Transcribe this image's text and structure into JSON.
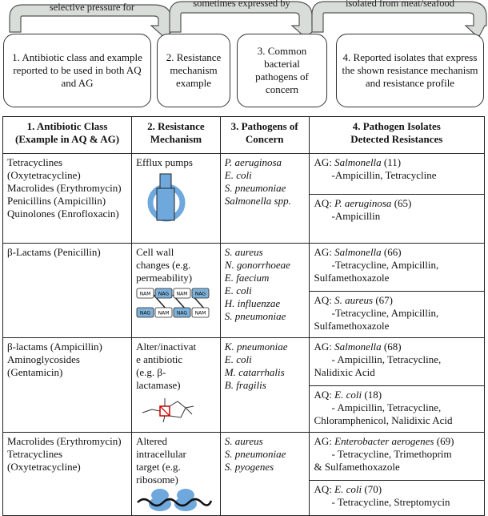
{
  "flow": {
    "arrow_labels": [
      "selective pressure for",
      "sometimes expressed by",
      "isolated from meat/seafood"
    ],
    "boxes": [
      "1. Antibiotic class and example reported to be used in both AQ and AG",
      "2. Resistance mechanism example",
      "3. Common bacterial pathogens of concern",
      "4. Reported isolates that express the shown resistance mechanism and resistance profile"
    ]
  },
  "table": {
    "headers": [
      [
        "1. Antibiotic Class",
        "(Example in AQ & AG)"
      ],
      [
        "2. Resistance",
        "Mechanism"
      ],
      [
        "3. Pathogens of",
        "Concern"
      ],
      [
        "4. Pathogen Isolates",
        "Detected Resistances"
      ]
    ],
    "rows": [
      {
        "classes": [
          "Tetracyclines",
          "(Oxytetracycline)",
          "Macrolides (Erythromycin)",
          "Penicillins (Ampicillin)",
          "Quinolones (Enrofloxacin)"
        ],
        "mechanism": [
          "Efflux pumps"
        ],
        "pathogens": [
          "P. aeruginosa",
          "E. coli",
          "S. pneumoniae",
          "Salmonella spp."
        ],
        "isolates": [
          {
            "prefix": "AG: ",
            "name": "Salmonella",
            "ref": " (11)",
            "lines": [
              "-Ampicillin, Tetracycline"
            ]
          },
          {
            "prefix": "AQ: ",
            "name": "P. aeruginosa",
            "ref": " (65)",
            "lines": [
              "-Ampicillin"
            ]
          }
        ]
      },
      {
        "classes": [
          "β-Lactams (Penicillin)"
        ],
        "mechanism": [
          "Cell wall",
          "changes (e.g.",
          "permeability)"
        ],
        "mechanism_labels": [
          "NAM",
          "NAG",
          "NAM",
          "NAG",
          "NAG",
          "NAM",
          "NAG",
          "NAM"
        ],
        "pathogens": [
          "S. aureus",
          "N. gonorrhoeae",
          "E. faecium",
          "E. coli",
          "H. influenzae",
          "S. pneumoniae"
        ],
        "isolates": [
          {
            "prefix": "AG: ",
            "name": "Salmonella",
            "ref": " (66)",
            "lines": [
              "-Tetracycline, Ampicillin,",
              "Sulfamethoxazole"
            ]
          },
          {
            "prefix": "AQ: ",
            "name": "S. aureus",
            "ref": " (67)",
            "lines": [
              "-Tetracycline, Ampicillin,",
              "Sulfamethoxazole"
            ]
          }
        ]
      },
      {
        "classes": [
          "β-lactams (Ampicillin)",
          "Aminoglycosides (Gentamicin)"
        ],
        "mechanism": [
          "Alter/inactivat",
          "e antibiotic",
          "(e.g. β-",
          "lactamase)"
        ],
        "pathogens": [
          "K. pneumoniae",
          "E. coli",
          "M. catarrhalis",
          "B. fragilis"
        ],
        "isolates": [
          {
            "prefix": "AG: ",
            "name": "Salmonella",
            "ref": " (68)",
            "lines": [
              "- Ampicillin, Tetracycline,",
              "Nalidixic Acid"
            ]
          },
          {
            "prefix": "AQ: ",
            "name": "E. coli",
            "ref": " (18)",
            "lines": [
              "- Ampicillin, Tetracycline,",
              "Chloramphenicol, Nalidixic Acid"
            ]
          }
        ]
      },
      {
        "classes": [
          "Macrolides (Erythromycin)",
          "Tetracyclines",
          "(Oxytetracycline)"
        ],
        "mechanism": [
          "Altered",
          "intracellular",
          "target (e.g.",
          "ribosome)"
        ],
        "pathogens": [
          "S. aureus",
          "S. pneumoniae",
          "S. pyogenes"
        ],
        "isolates": [
          {
            "prefix": "AG: ",
            "name": "Enterobacter aerogenes",
            "ref": " (69)",
            "lines": [
              "- Tetracycline, Trimethoprim",
              "& Sulfamethoxazole"
            ]
          },
          {
            "prefix": "AQ: ",
            "name": "E. coli",
            "ref": " (70)",
            "lines": [
              "- Tetracycline, Streptomycin"
            ]
          }
        ]
      }
    ]
  }
}
